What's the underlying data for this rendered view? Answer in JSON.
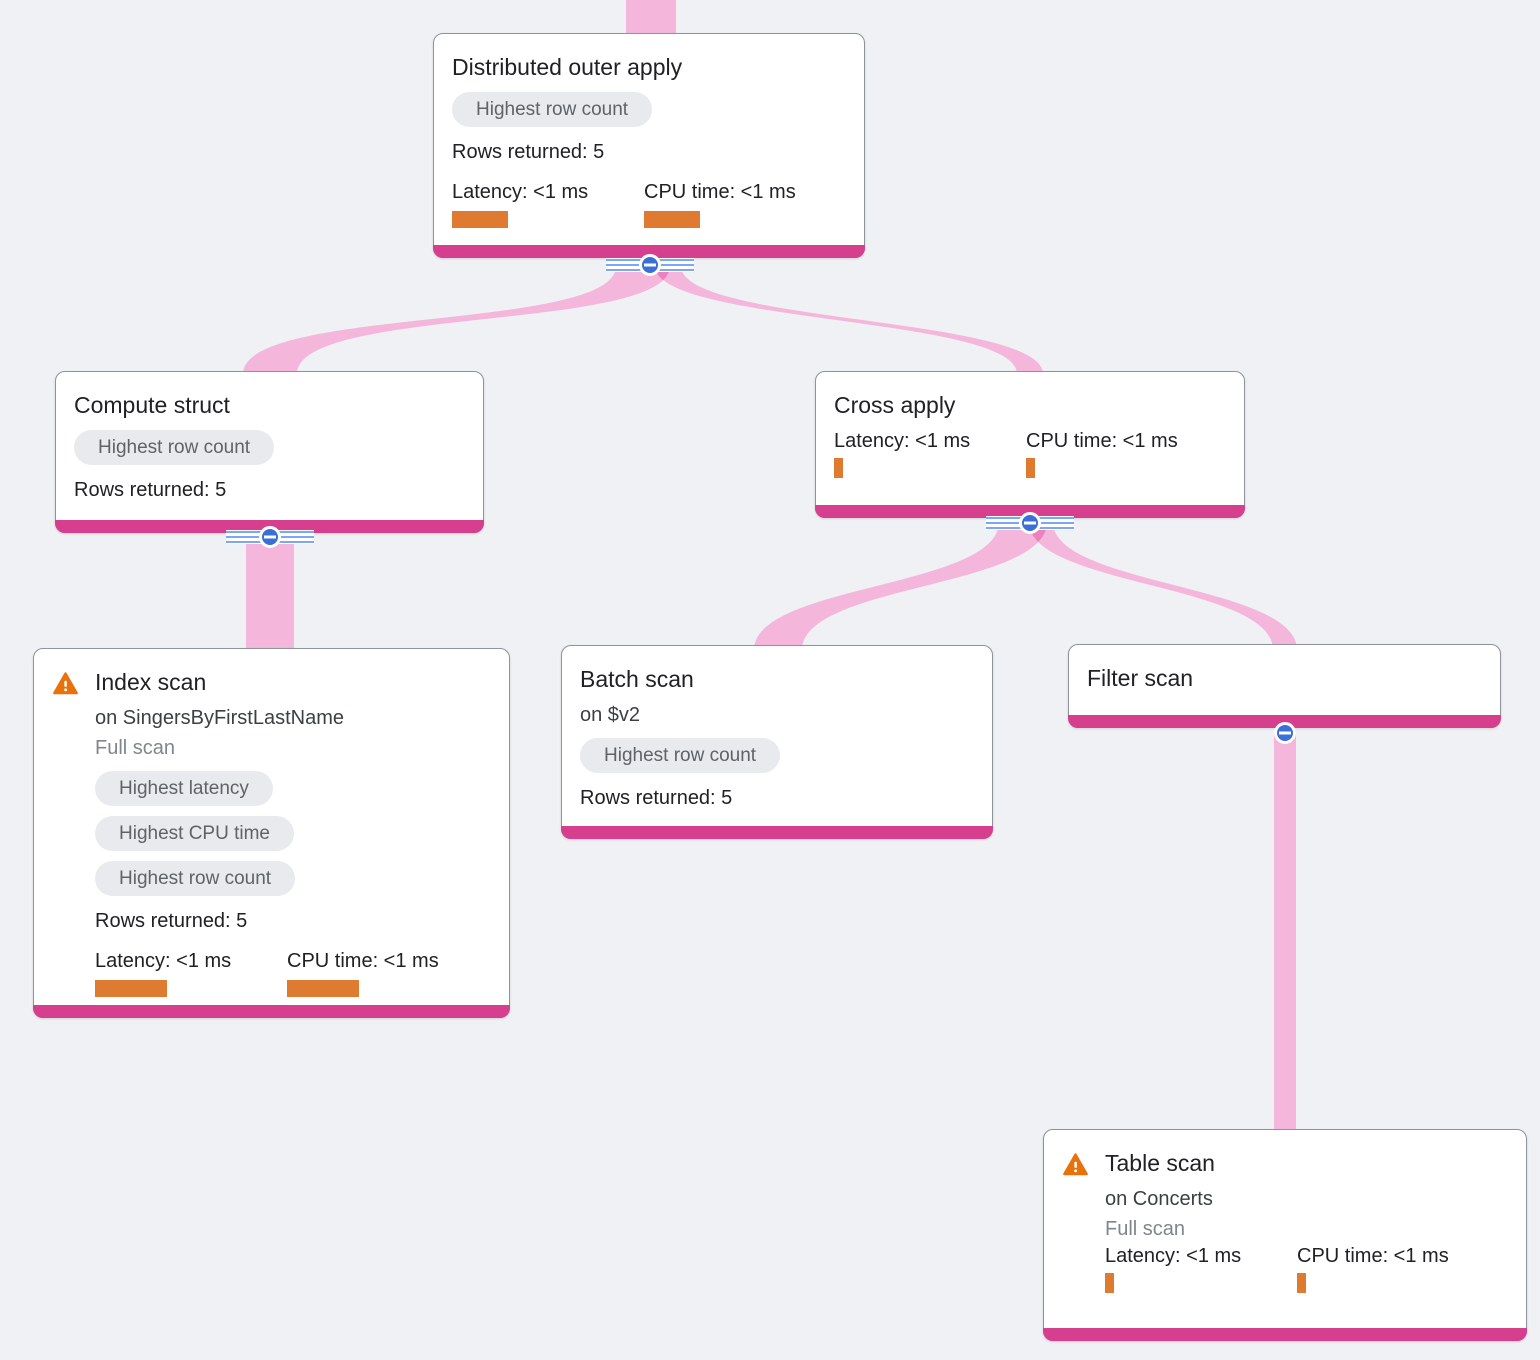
{
  "palette": {
    "background": "#f0f1f4",
    "node_border": "#8f949a",
    "node_bottom_bar": "#d63e8e",
    "edge_pink": "#f5b6dc",
    "badge_bg": "#e8eaed",
    "badge_text": "#5f6368",
    "bar_orange": "#df7b30",
    "collapse_blue": "#3a6fd8",
    "warning_orange": "#e8710a",
    "muted_text": "#80868b",
    "text": "#202124"
  },
  "nodes": [
    {
      "id": "distributed-outer-apply",
      "title": "Distributed outer apply",
      "badges": [
        "Highest row count"
      ],
      "rows_returned": "Rows returned: 5",
      "latency_label": "Latency: <1 ms",
      "cpu_label": "CPU time: <1 ms",
      "latency_bar": 56,
      "cpu_bar": 56
    },
    {
      "id": "compute-struct",
      "title": "Compute struct",
      "badges": [
        "Highest row count"
      ],
      "rows_returned": "Rows returned: 5"
    },
    {
      "id": "cross-apply",
      "title": "Cross apply",
      "latency_label": "Latency: <1 ms",
      "cpu_label": "CPU time: <1 ms",
      "latency_bar": 9,
      "cpu_bar": 9
    },
    {
      "id": "index-scan",
      "title": "Index scan",
      "subtitle": "on SingersByFirstLastName",
      "scan_type": "Full scan",
      "badges": [
        "Highest latency",
        "Highest CPU time",
        "Highest row count"
      ],
      "rows_returned": "Rows returned: 5",
      "latency_label": "Latency: <1 ms",
      "cpu_label": "CPU time: <1 ms",
      "latency_bar": 72,
      "cpu_bar": 72
    },
    {
      "id": "batch-scan",
      "title": "Batch scan",
      "subtitle": "on $v2",
      "badges": [
        "Highest row count"
      ],
      "rows_returned": "Rows returned: 5"
    },
    {
      "id": "filter-scan",
      "title": "Filter scan"
    },
    {
      "id": "table-scan",
      "title": "Table scan",
      "subtitle": "on Concerts",
      "scan_type": "Full scan",
      "latency_label": "Latency: <1 ms",
      "cpu_label": "CPU time: <1 ms",
      "latency_bar": 9,
      "cpu_bar": 9
    }
  ]
}
